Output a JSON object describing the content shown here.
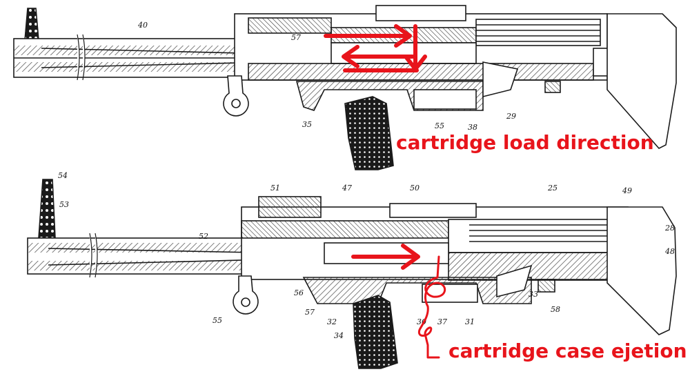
{
  "annotations": {
    "load_direction": "cartridge load direction",
    "case_ejection": "cartridge case ejetion"
  },
  "colors": {
    "annotation_red": "#e8141b",
    "drawing_ink": "#1a1a1a",
    "hatch_ink": "#444444"
  },
  "top_diagram": {
    "part_numbers": [
      "40",
      "57",
      "35",
      "55",
      "38",
      "29"
    ]
  },
  "bottom_diagram": {
    "part_numbers": [
      "54",
      "53",
      "52",
      "51",
      "47",
      "50",
      "25",
      "49",
      "28",
      "48",
      "56",
      "57",
      "32",
      "34",
      "55",
      "30",
      "37",
      "31",
      "33",
      "58"
    ]
  }
}
